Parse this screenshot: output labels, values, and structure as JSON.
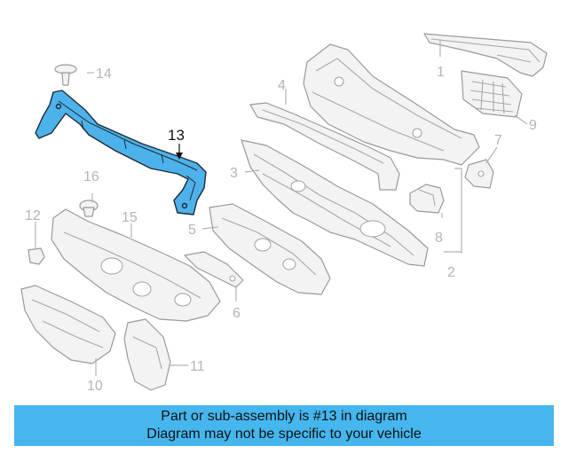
{
  "callouts": {
    "c1": "1",
    "c2": "2",
    "c3": "3",
    "c4": "4",
    "c5": "5",
    "c6": "6",
    "c7": "7",
    "c8": "8",
    "c9": "9",
    "c10": "10",
    "c11": "11",
    "c12": "12",
    "c13": "13",
    "c14": "14",
    "c15": "15",
    "c16": "16"
  },
  "highlight": {
    "part_number": "13",
    "color": "#4db2ea"
  },
  "banner": {
    "line1": "Part or sub-assembly is #13 in diagram",
    "line2": "Diagram may not be specific to your vehicle",
    "color": "#45b6ee"
  }
}
